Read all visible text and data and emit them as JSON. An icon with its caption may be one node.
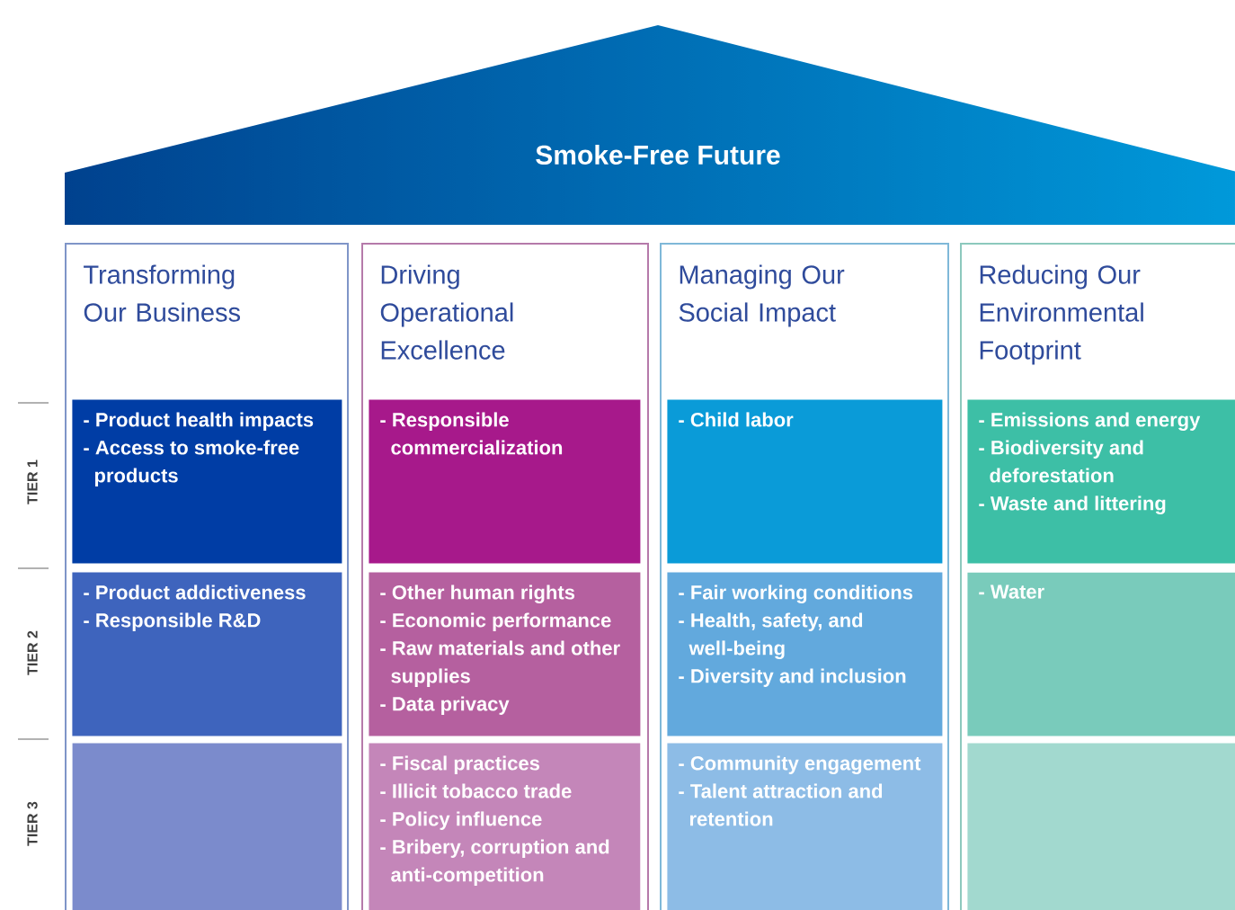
{
  "diagram": {
    "nodes": [
      {
        "text": [
          "Smoke-Free Future"
        ]
      },
      {
        "text": [
          "Transforming Our Business"
        ]
      },
      {
        "text": [
          "- Product health impacts",
          "- Access to smoke-free products"
        ],
        "in": 1
      },
      {
        "text": [
          "- Product addictiveness",
          "- Responsible R&D"
        ],
        "in": 1
      },
      {
        "text": [],
        "shape": "box",
        "in": 1
      },
      {
        "text": [
          "Driving Operational Excellence"
        ]
      },
      {
        "text": [
          "- Responsible commercialization"
        ],
        "in": 5
      },
      {
        "text": [
          "- Other human rights",
          "- Economic performance",
          "- Raw materials and other supplies",
          "- Data privacy"
        ],
        "in": 5
      },
      {
        "text": [
          "- Fiscal practices",
          "- Illicit tobacco trade",
          "- Policy influence",
          "- Bribery, corruption and anti-competition"
        ],
        "in": 5
      },
      {
        "text": [
          "Managing Our Social Impact"
        ]
      },
      {
        "text": [
          "- Child labor"
        ],
        "in": 9
      },
      {
        "text": [
          "- Fair working conditions",
          "- Health, safety, and well-being",
          "- Diversity and inclusion"
        ],
        "in": 9
      },
      {
        "text": [
          "- Community engagement",
          "- Talent attraction and retention"
        ],
        "in": 9
      },
      {
        "text": [
          "Reducing Our Environmental Footprint"
        ]
      },
      {
        "text": [
          "- Emissions and energy",
          "- Biodiversity and deforestation",
          "- Waste and littering"
        ],
        "in": 13
      },
      {
        "text": [
          "- Water"
        ],
        "in": 13
      },
      {
        "text": [],
        "shape": "box",
        "in": 13
      }
    ],
    "labels": [
      "TIER 1",
      "TIER 2",
      "TIER 3"
    ]
  }
}
